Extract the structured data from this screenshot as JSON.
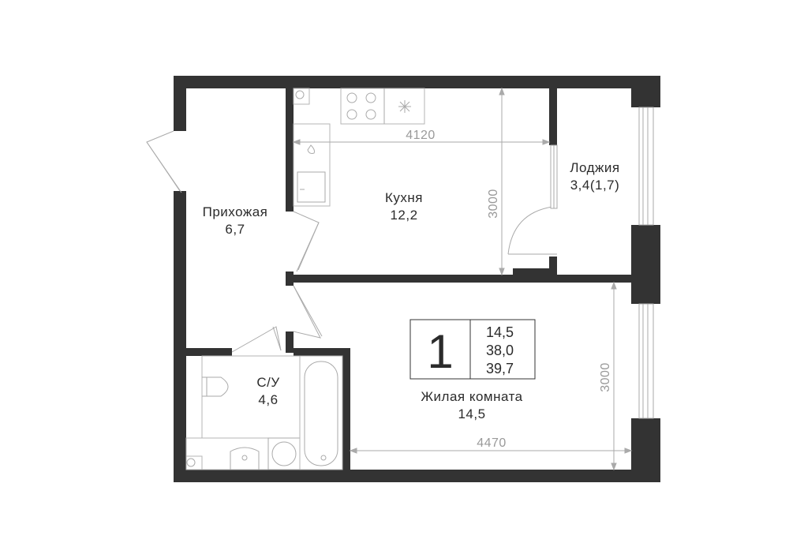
{
  "rooms": {
    "hallway": {
      "name": "Прихожая",
      "area": "6,7"
    },
    "kitchen": {
      "name": "Кухня",
      "area": "12,2"
    },
    "loggia": {
      "name": "Лоджия",
      "area": "3,4(1,7)"
    },
    "bathroom": {
      "name": "С/У",
      "area": "4,6"
    },
    "living": {
      "name": "Жилая комната",
      "area": "14,5"
    }
  },
  "dimensions": {
    "kitchen_width": "4120",
    "kitchen_depth": "3000",
    "living_width": "4470",
    "living_depth": "3000"
  },
  "summary": {
    "room_count": "1",
    "living_area": "14,5",
    "total_area": "38,0",
    "total_area_with_loggia": "39,7"
  },
  "colors": {
    "wall": "#333333",
    "dimension": "#9a9a9a",
    "fixture": "#b5b5b5"
  }
}
